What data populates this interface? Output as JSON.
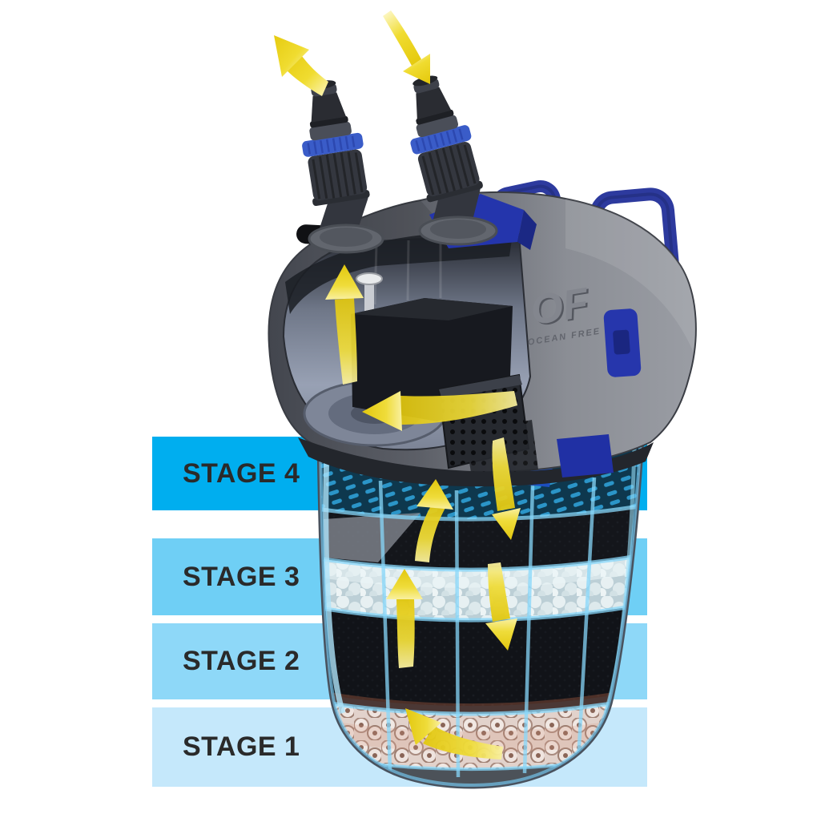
{
  "figure": {
    "type": "product-cutaway-diagram",
    "subject": "4-stage external canister filter with water-flow arrows"
  },
  "brand": {
    "logo": "OF",
    "logo_sub": "OCEAN FREE"
  },
  "stages": [
    {
      "label": "STAGE 4",
      "band_color": "#00AEEF"
    },
    {
      "label": "STAGE 3",
      "band_color": "#6FCFF5"
    },
    {
      "label": "STAGE 2",
      "band_color": "#8ED8F8"
    },
    {
      "label": "STAGE 1",
      "band_color": "#C5E8FB"
    }
  ],
  "label_text_color": "#2A2A2A",
  "flow": {
    "arrow_color": "#EDD41F",
    "arrows": [
      "water-outflow-arrow",
      "water-inflow-arrow",
      "impeller-up-arrow",
      "impeller-intake-arrow",
      "canister-down-arrow-top",
      "canister-up-arrow-mid",
      "canister-down-arrow-mid",
      "canister-up-arrow-lower",
      "canister-bottom-turn-arrow"
    ]
  },
  "media_layers": [
    "outlet-grate",
    "fine-black-pad",
    "white-bio-pellets",
    "coarse-black-sponge",
    "ceramic-rings"
  ]
}
